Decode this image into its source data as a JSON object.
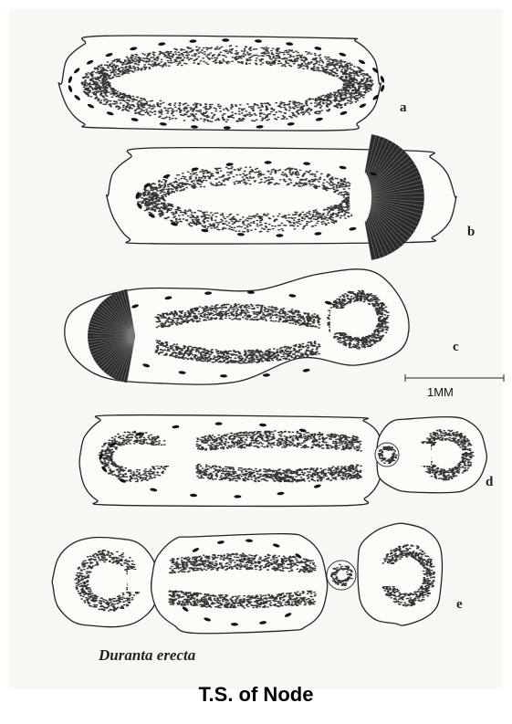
{
  "sections": [
    {
      "id": "a",
      "label": "a"
    },
    {
      "id": "b",
      "label": "b"
    },
    {
      "id": "c",
      "label": "c"
    },
    {
      "id": "d",
      "label": "d"
    },
    {
      "id": "e",
      "label": "e"
    }
  ],
  "scale_bar": {
    "label": "1MM"
  },
  "species": "Duranta erecta",
  "caption": "T.S. of Node"
}
